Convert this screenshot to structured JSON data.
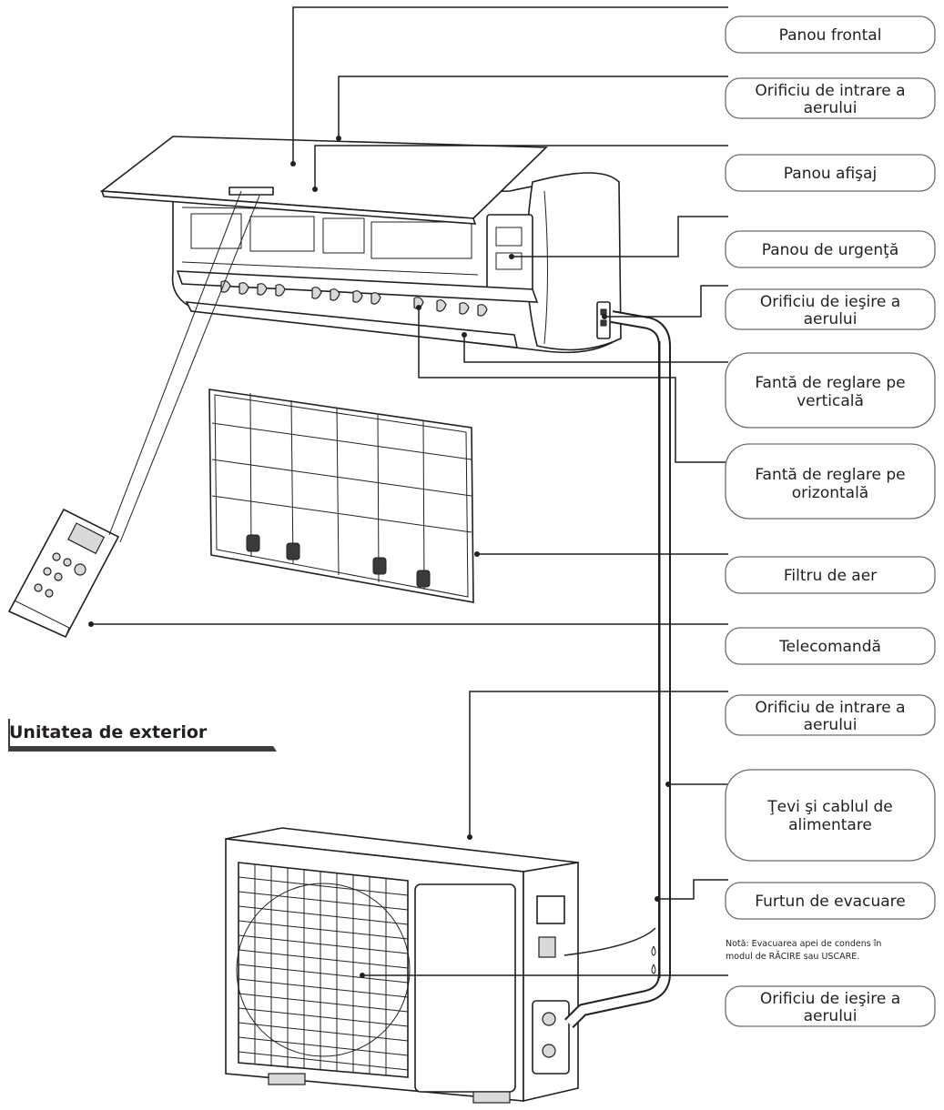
{
  "labels": {
    "front_panel": [
      "Panou frontal"
    ],
    "air_inlet_indoor": [
      "Orificiu de intrare a",
      "aerului"
    ],
    "display_panel": [
      "Panou afişaj"
    ],
    "emergency_panel": [
      "Panou de urgenţă"
    ],
    "air_outlet_indoor": [
      "Orificiu de ieşire a",
      "aerului"
    ],
    "vertical_louver": [
      "Fantă de reglare pe",
      "verticală"
    ],
    "horizontal_louver": [
      "Fantă de reglare pe",
      "orizontală"
    ],
    "air_filter": [
      "Filtru de aer"
    ],
    "remote_control": [
      "Telecomandă"
    ],
    "air_inlet_outdoor": [
      "Orificiu de intrare a",
      "aerului"
    ],
    "pipes_cable": [
      "Ţevi şi cablul de",
      "alimentare"
    ],
    "drain_hose": [
      "Furtun de evacuare"
    ],
    "air_outlet_outdoor": [
      "Orificiu de ieşire a",
      "aerului"
    ]
  },
  "note": [
    "Notă: Evacuarea apei de condens în",
    "modul de RĂCIRE sau USCARE."
  ],
  "section_heading": "Unitatea de exterior",
  "colors": {
    "line": "#231f20",
    "pill_border": "#6b6b6b",
    "heading_underline": "#3d3d3d"
  }
}
